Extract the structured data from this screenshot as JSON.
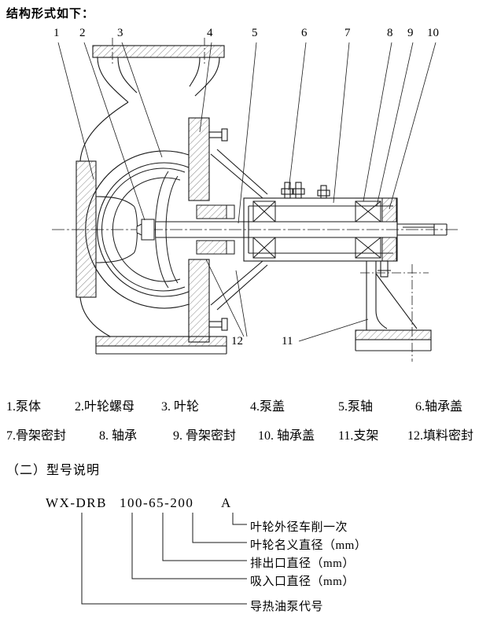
{
  "page": {
    "heading": "结构形式如下：",
    "section_title": "（二）型号说明"
  },
  "diagram": {
    "callouts_top": [
      "1",
      "2",
      "3",
      "4",
      "5",
      "6",
      "7",
      "8",
      "9",
      "10"
    ],
    "callouts_bottom": [
      "12",
      "11"
    ]
  },
  "parts_list": {
    "row1": [
      "1.泵体",
      "2.叶轮螺母",
      "3. 叶轮",
      "4.泵盖",
      "5.泵轴",
      "6.轴承盖"
    ],
    "row2": [
      "7.骨架密封",
      "8. 轴承",
      "9. 骨架密封",
      "10. 轴承盖",
      "11.支架",
      "12.填料密封"
    ]
  },
  "model": {
    "series": "WX-DRB",
    "size": "100-65-200",
    "variant": "A",
    "annotations": [
      "叶轮外径车削一次",
      "叶轮名义直径（mm）",
      "排出口直径（mm）",
      "吸入口直径（mm）",
      "导热油泵代号"
    ]
  }
}
